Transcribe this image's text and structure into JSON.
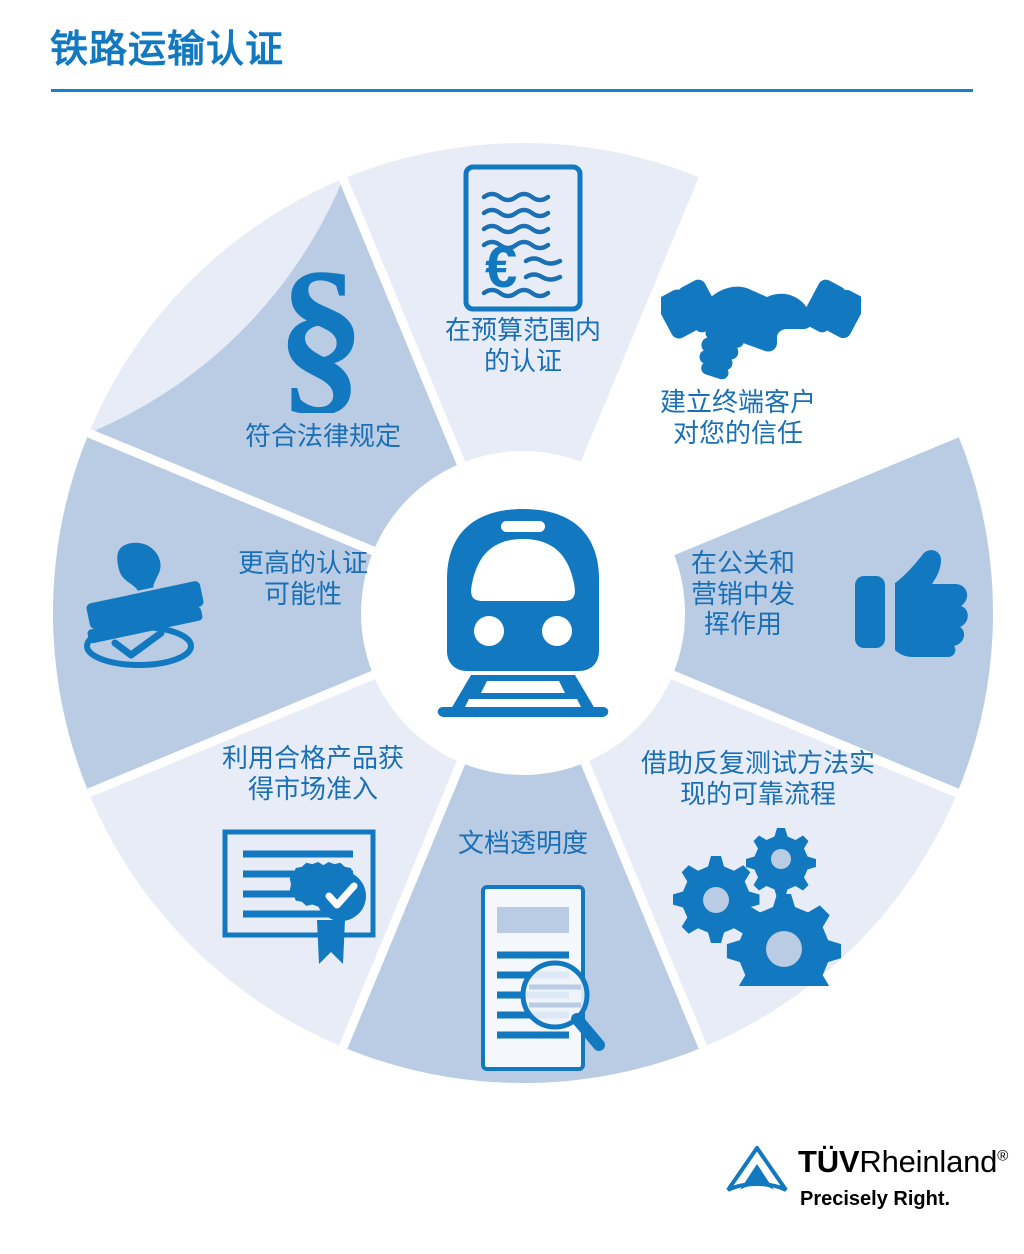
{
  "header": {
    "title": "铁路运输认证",
    "accent_color": "#1279c0",
    "rule_color": "#1681cf"
  },
  "wheel": {
    "center_icon": "train-icon",
    "center_background": "#ffffff",
    "segment_colors": {
      "dark": "#b9cce4",
      "light": "#e8ecf6",
      "divider": "#ffffff"
    },
    "icon_color": "#1279c0",
    "label_color": "#1a6fb5",
    "segments": [
      {
        "id": "budget",
        "label": "在预算范围内\n的认证",
        "icon": "invoice-euro-icon",
        "shade": "light"
      },
      {
        "id": "end-customer-trust",
        "label": "建立终端客户\n对您的信任",
        "icon": "handshake-icon",
        "shade": "dark"
      },
      {
        "id": "pr-marketing",
        "label": "在公关和\n营销中发\n挥作用",
        "icon": "thumbs-up-icon",
        "shade": "light"
      },
      {
        "id": "reliable-process",
        "label": "借助反复测试方法实\n现的可靠流程",
        "icon": "gears-icon",
        "shade": "dark"
      },
      {
        "id": "document-transparency",
        "label": "文档透明度",
        "icon": "document-magnifier-icon",
        "shade": "light"
      },
      {
        "id": "market-access",
        "label": "利用合格产品获\n得市场准入",
        "icon": "certificate-ribbon-icon",
        "shade": "dark"
      },
      {
        "id": "higher-certification",
        "label": "更高的认证\n可能性",
        "icon": "stamp-icon",
        "shade": "light"
      },
      {
        "id": "legal-compliance",
        "label": "符合法律规定",
        "icon": "section-sign-icon",
        "shade": "dark"
      }
    ]
  },
  "logo": {
    "mark": "tuv-triangle-icon",
    "word_bold": "TÜV",
    "word_regular": "Rheinland",
    "registered": "®",
    "tagline": "Precisely Right.",
    "mark_color": "#1279c0",
    "text_color": "#000000"
  }
}
